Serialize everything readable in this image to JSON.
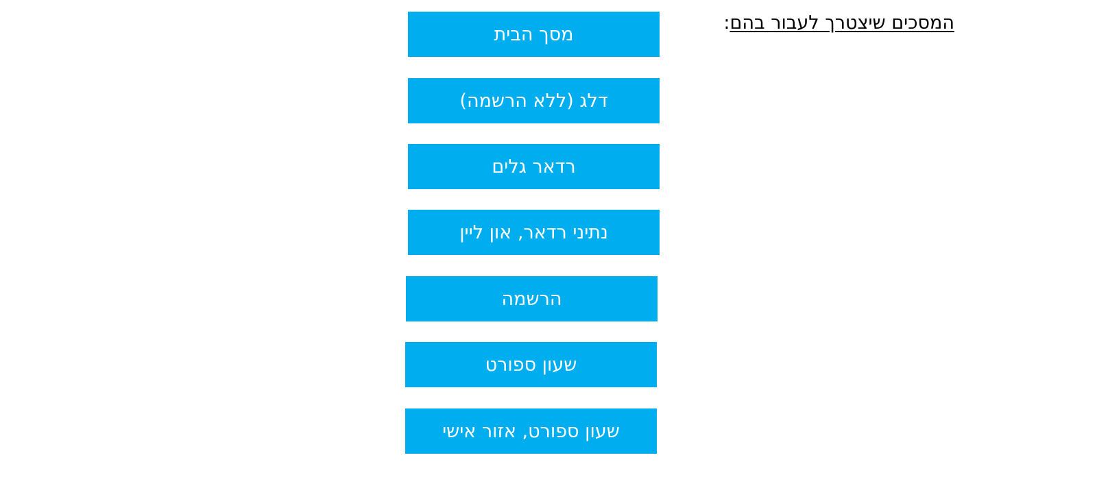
{
  "title": {
    "text": "המסכים שיצטרך לעבור בהם",
    "suffix": ":"
  },
  "screens": [
    {
      "label": "מסך הבית"
    },
    {
      "label": "דלג (ללא הרשמה)"
    },
    {
      "label": "רדאר גלים"
    },
    {
      "label": "נתיני רדאר, און ליין"
    },
    {
      "label": "הרשמה"
    },
    {
      "label": "שעון ספורט"
    },
    {
      "label": "שעון ספורט, אזור אישי"
    }
  ],
  "colors": {
    "box": "#00AEEF",
    "box_text": "#FFFFFF"
  }
}
